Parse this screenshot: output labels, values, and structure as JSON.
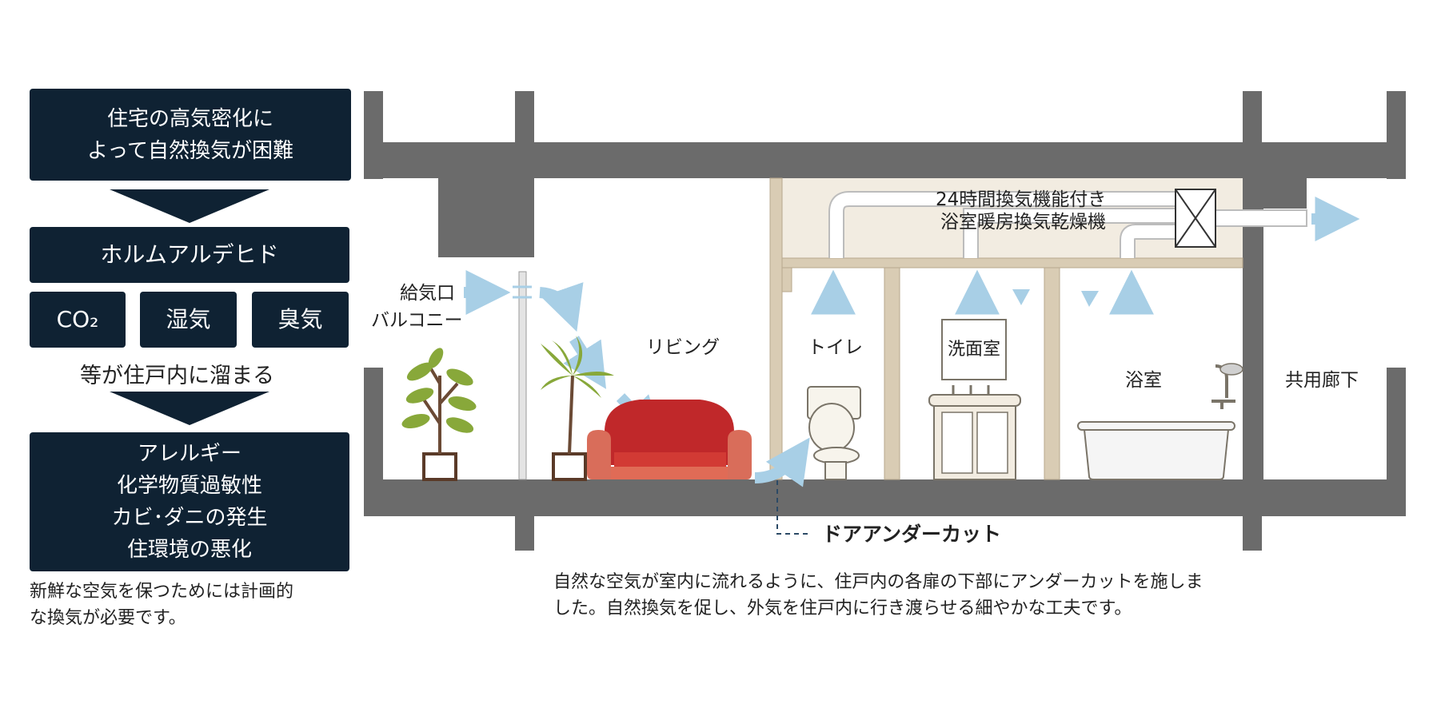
{
  "left_panel": {
    "box1": [
      "住宅の高気密化に",
      "よって自然換気が困難"
    ],
    "box2": "ホルムアルデヒド",
    "chips": [
      "CO₂",
      "湿気",
      "臭気"
    ],
    "middle_text": "等が住戸内に溜まる",
    "box3": [
      "アレルギー",
      "化学物質過敏性",
      "カビ･ダニの発生",
      "住環境の悪化"
    ],
    "note": [
      "新鮮な空気を保つためには計画的",
      "な換気が必要です。"
    ]
  },
  "rooms": {
    "supply_vent": "給気口",
    "balcony": "バルコニー",
    "living": "リビング",
    "toilet": "トイレ",
    "washroom": "洗面室",
    "bathroom": "浴室",
    "corridor": "共用廊下"
  },
  "unit_label": [
    "24時間換気機能付き",
    "浴室暖房換気乾燥機"
  ],
  "door_undercut": "ドアアンダーカット",
  "bottom_note": [
    "自然な空気が室内に流れるように、住戸内の各扉の下部にアンダーカットを施しま",
    "した。自然換気を促し、外気を住戸内に行き渡らせる細やかな工夫です。"
  ],
  "colors": {
    "dark_navy": "#0f2233",
    "concrete": "#6b6b6b",
    "airflow": "#a8cfe6",
    "wood": "#d9ccb4",
    "ceiling": "#f2ece1",
    "sofa": "#c0282a"
  }
}
